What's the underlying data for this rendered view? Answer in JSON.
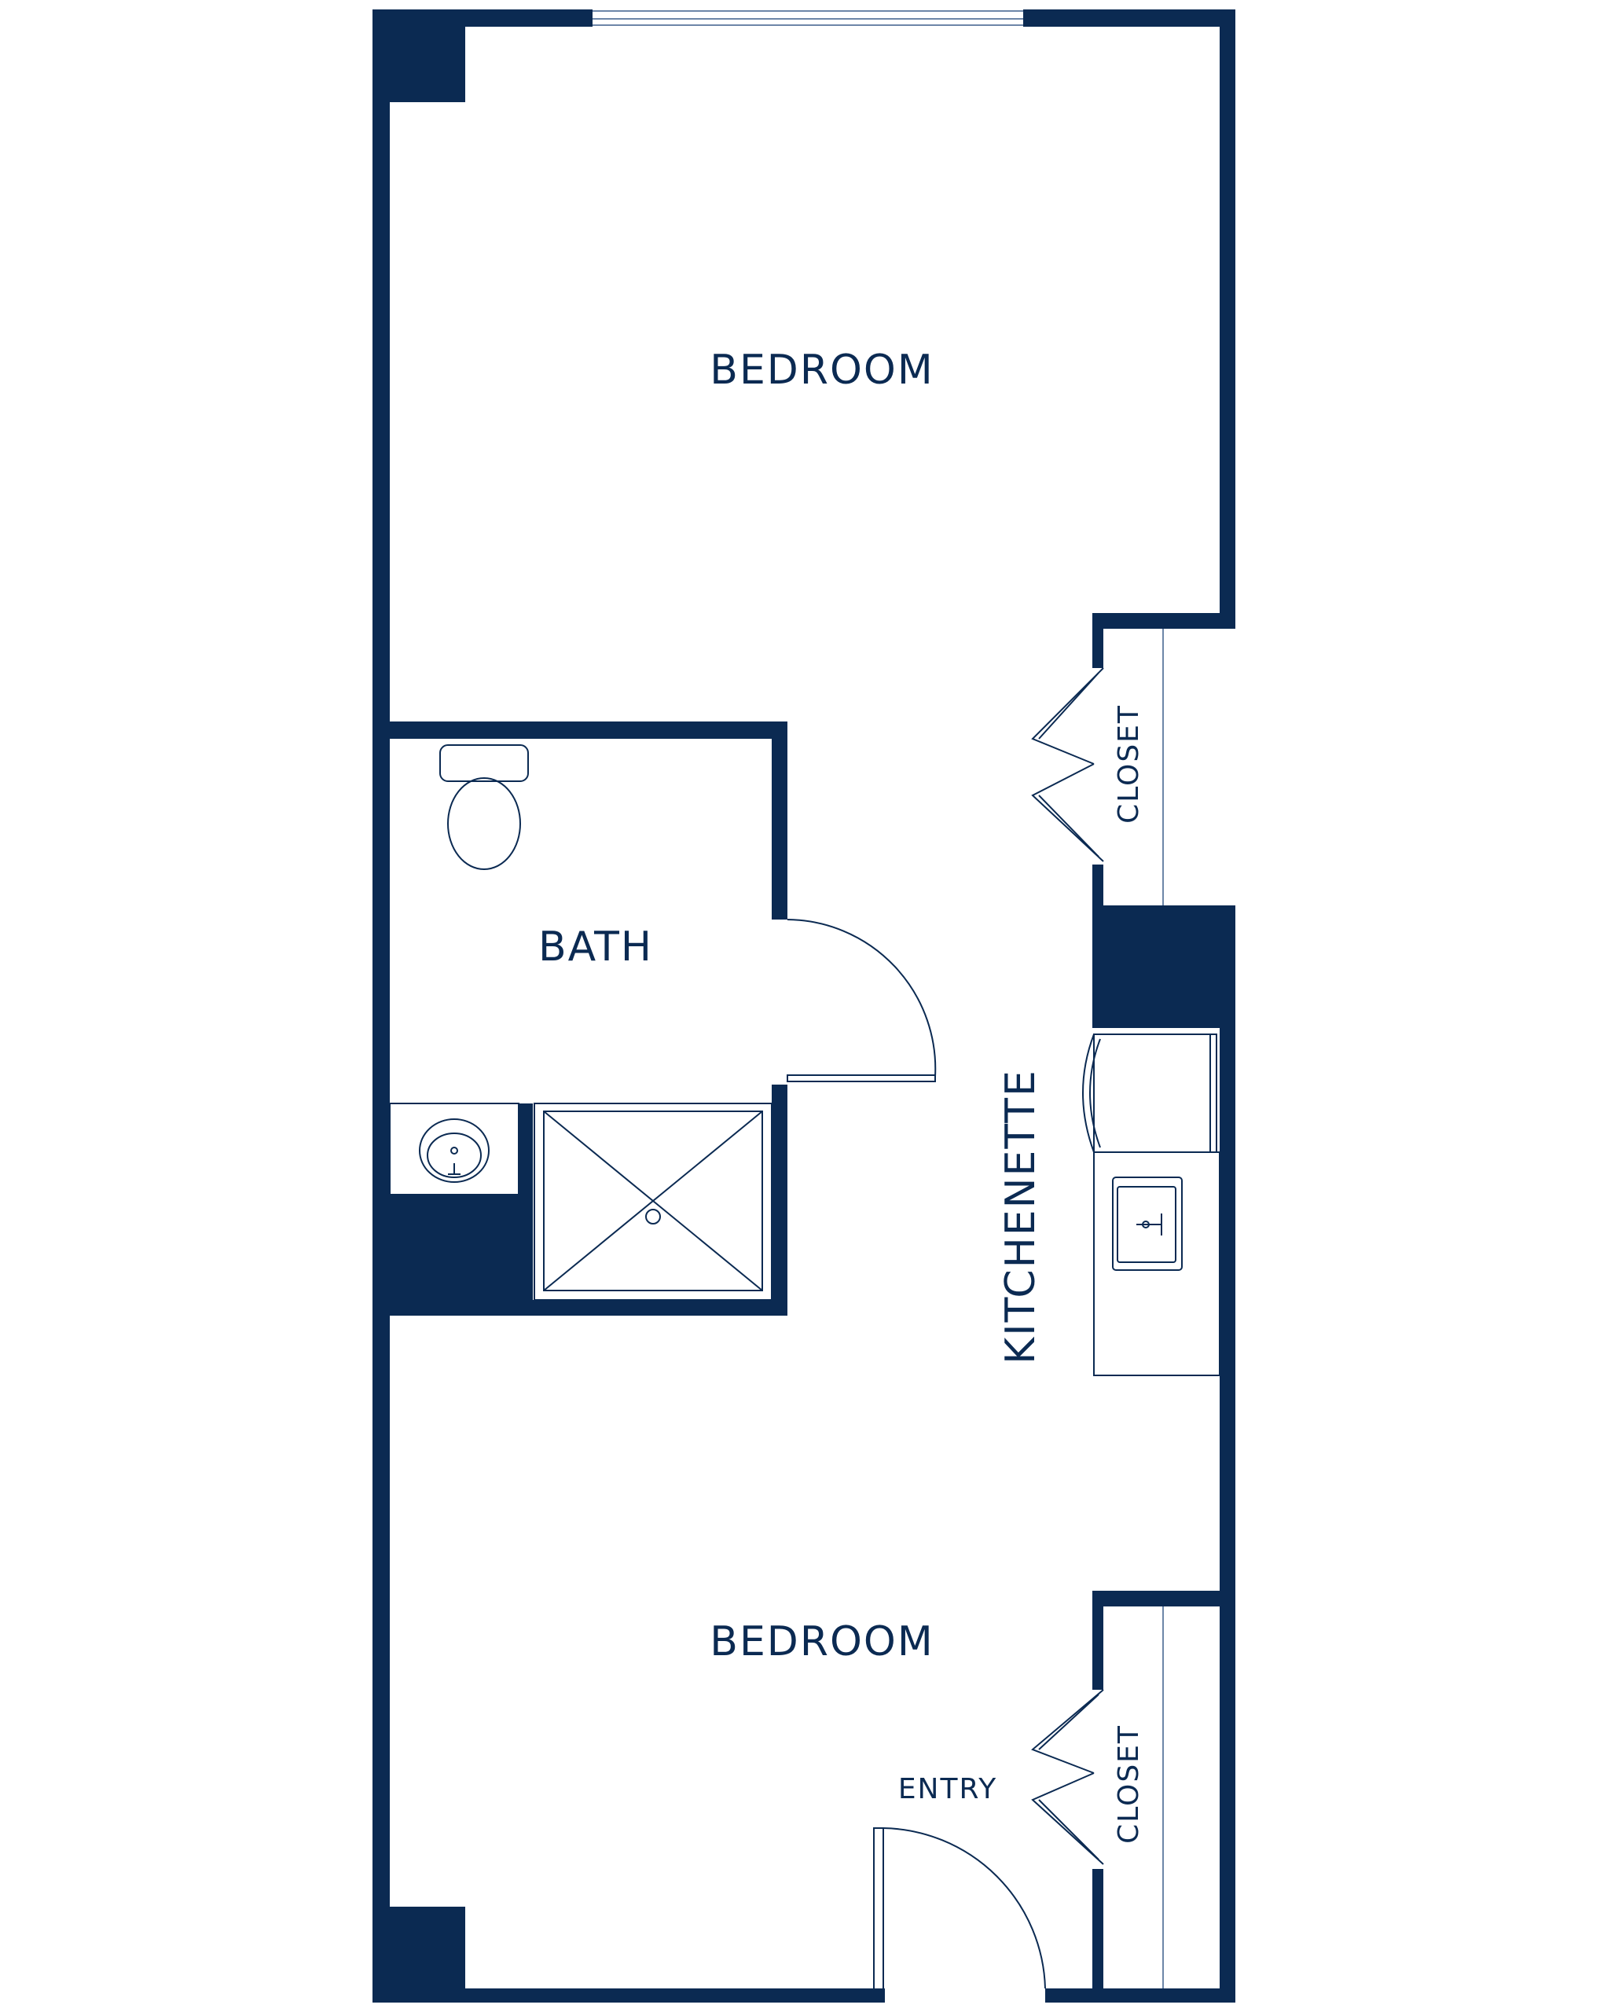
{
  "colors": {
    "wall": "#0b2a52",
    "fixture_line": "#0b2a52",
    "window_line": "#6d86a8",
    "background": "#ffffff"
  },
  "rooms": {
    "bedroom_top": "BEDROOM",
    "bath": "BATH",
    "closet_top": "CLOSET",
    "kitchenette": "KITCHENETTE",
    "bedroom_bottom": "BEDROOM",
    "entry": "ENTRY",
    "closet_bottom": "CLOSET"
  },
  "fixtures": [
    "toilet-icon",
    "sink-icon",
    "shower-icon",
    "kitchen-sink-icon",
    "refrigerator-icon",
    "door-swing-icon",
    "bifold-door-icon",
    "window-icon"
  ]
}
